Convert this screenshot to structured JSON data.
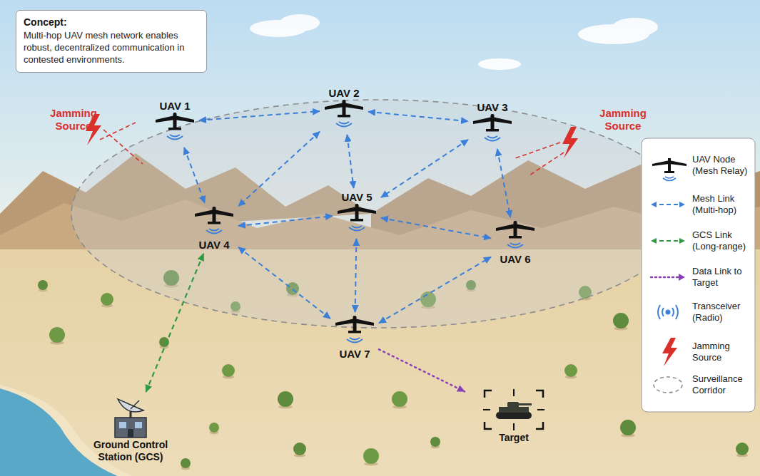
{
  "diagram": {
    "nodes": [
      {
        "text": [
          "Concept:",
          "Multi-hop UAV mesh network enables robust, decentralized communication in contested environments."
        ]
      },
      {
        "text": [
          "UAV 1"
        ]
      },
      {
        "text": [
          "UAV 2"
        ]
      },
      {
        "text": [
          "UAV 3"
        ]
      },
      {
        "text": [
          "UAV 4"
        ]
      },
      {
        "text": [
          "UAV 5"
        ]
      },
      {
        "text": [
          "UAV 6"
        ]
      },
      {
        "text": [
          "UAV 7"
        ]
      },
      {
        "text": [
          "Ground Control Station (GCS)"
        ]
      },
      {
        "text": [
          "Target"
        ]
      }
    ],
    "edges": [
      {
        "from": 1,
        "to": 2,
        "arrow": "both"
      },
      {
        "from": 2,
        "to": 3,
        "arrow": "both"
      },
      {
        "from": 1,
        "to": 4,
        "arrow": "both"
      },
      {
        "from": 2,
        "to": 4,
        "arrow": "both"
      },
      {
        "from": 2,
        "to": 5,
        "arrow": "both"
      },
      {
        "from": 3,
        "to": 5,
        "arrow": "both"
      },
      {
        "from": 3,
        "to": 6,
        "arrow": "both"
      },
      {
        "from": 4,
        "to": 5,
        "arrow": "both"
      },
      {
        "from": 5,
        "to": 6,
        "arrow": "both"
      },
      {
        "from": 4,
        "to": 7,
        "arrow": "both"
      },
      {
        "from": 5,
        "to": 7,
        "arrow": "both"
      },
      {
        "from": 7,
        "to": 6,
        "arrow": "both"
      },
      {
        "from": 4,
        "to": 8,
        "arrow": "both"
      },
      {
        "from": 7,
        "to": 9,
        "arrow": "to"
      }
    ],
    "labels": [
      "Jamming Source",
      "Jamming Source"
    ],
    "legend": [
      {
        "text": "UAV Node (Mesh Relay)"
      },
      {
        "text": "Mesh Link (Multi-hop)"
      },
      {
        "text": "GCS Link (Long-range)"
      },
      {
        "text": "Data Link to Target"
      },
      {
        "text": "Transceiver (Radio)"
      },
      {
        "text": "Jamming Source"
      },
      {
        "text": "Surveillance Corridor"
      }
    ]
  }
}
